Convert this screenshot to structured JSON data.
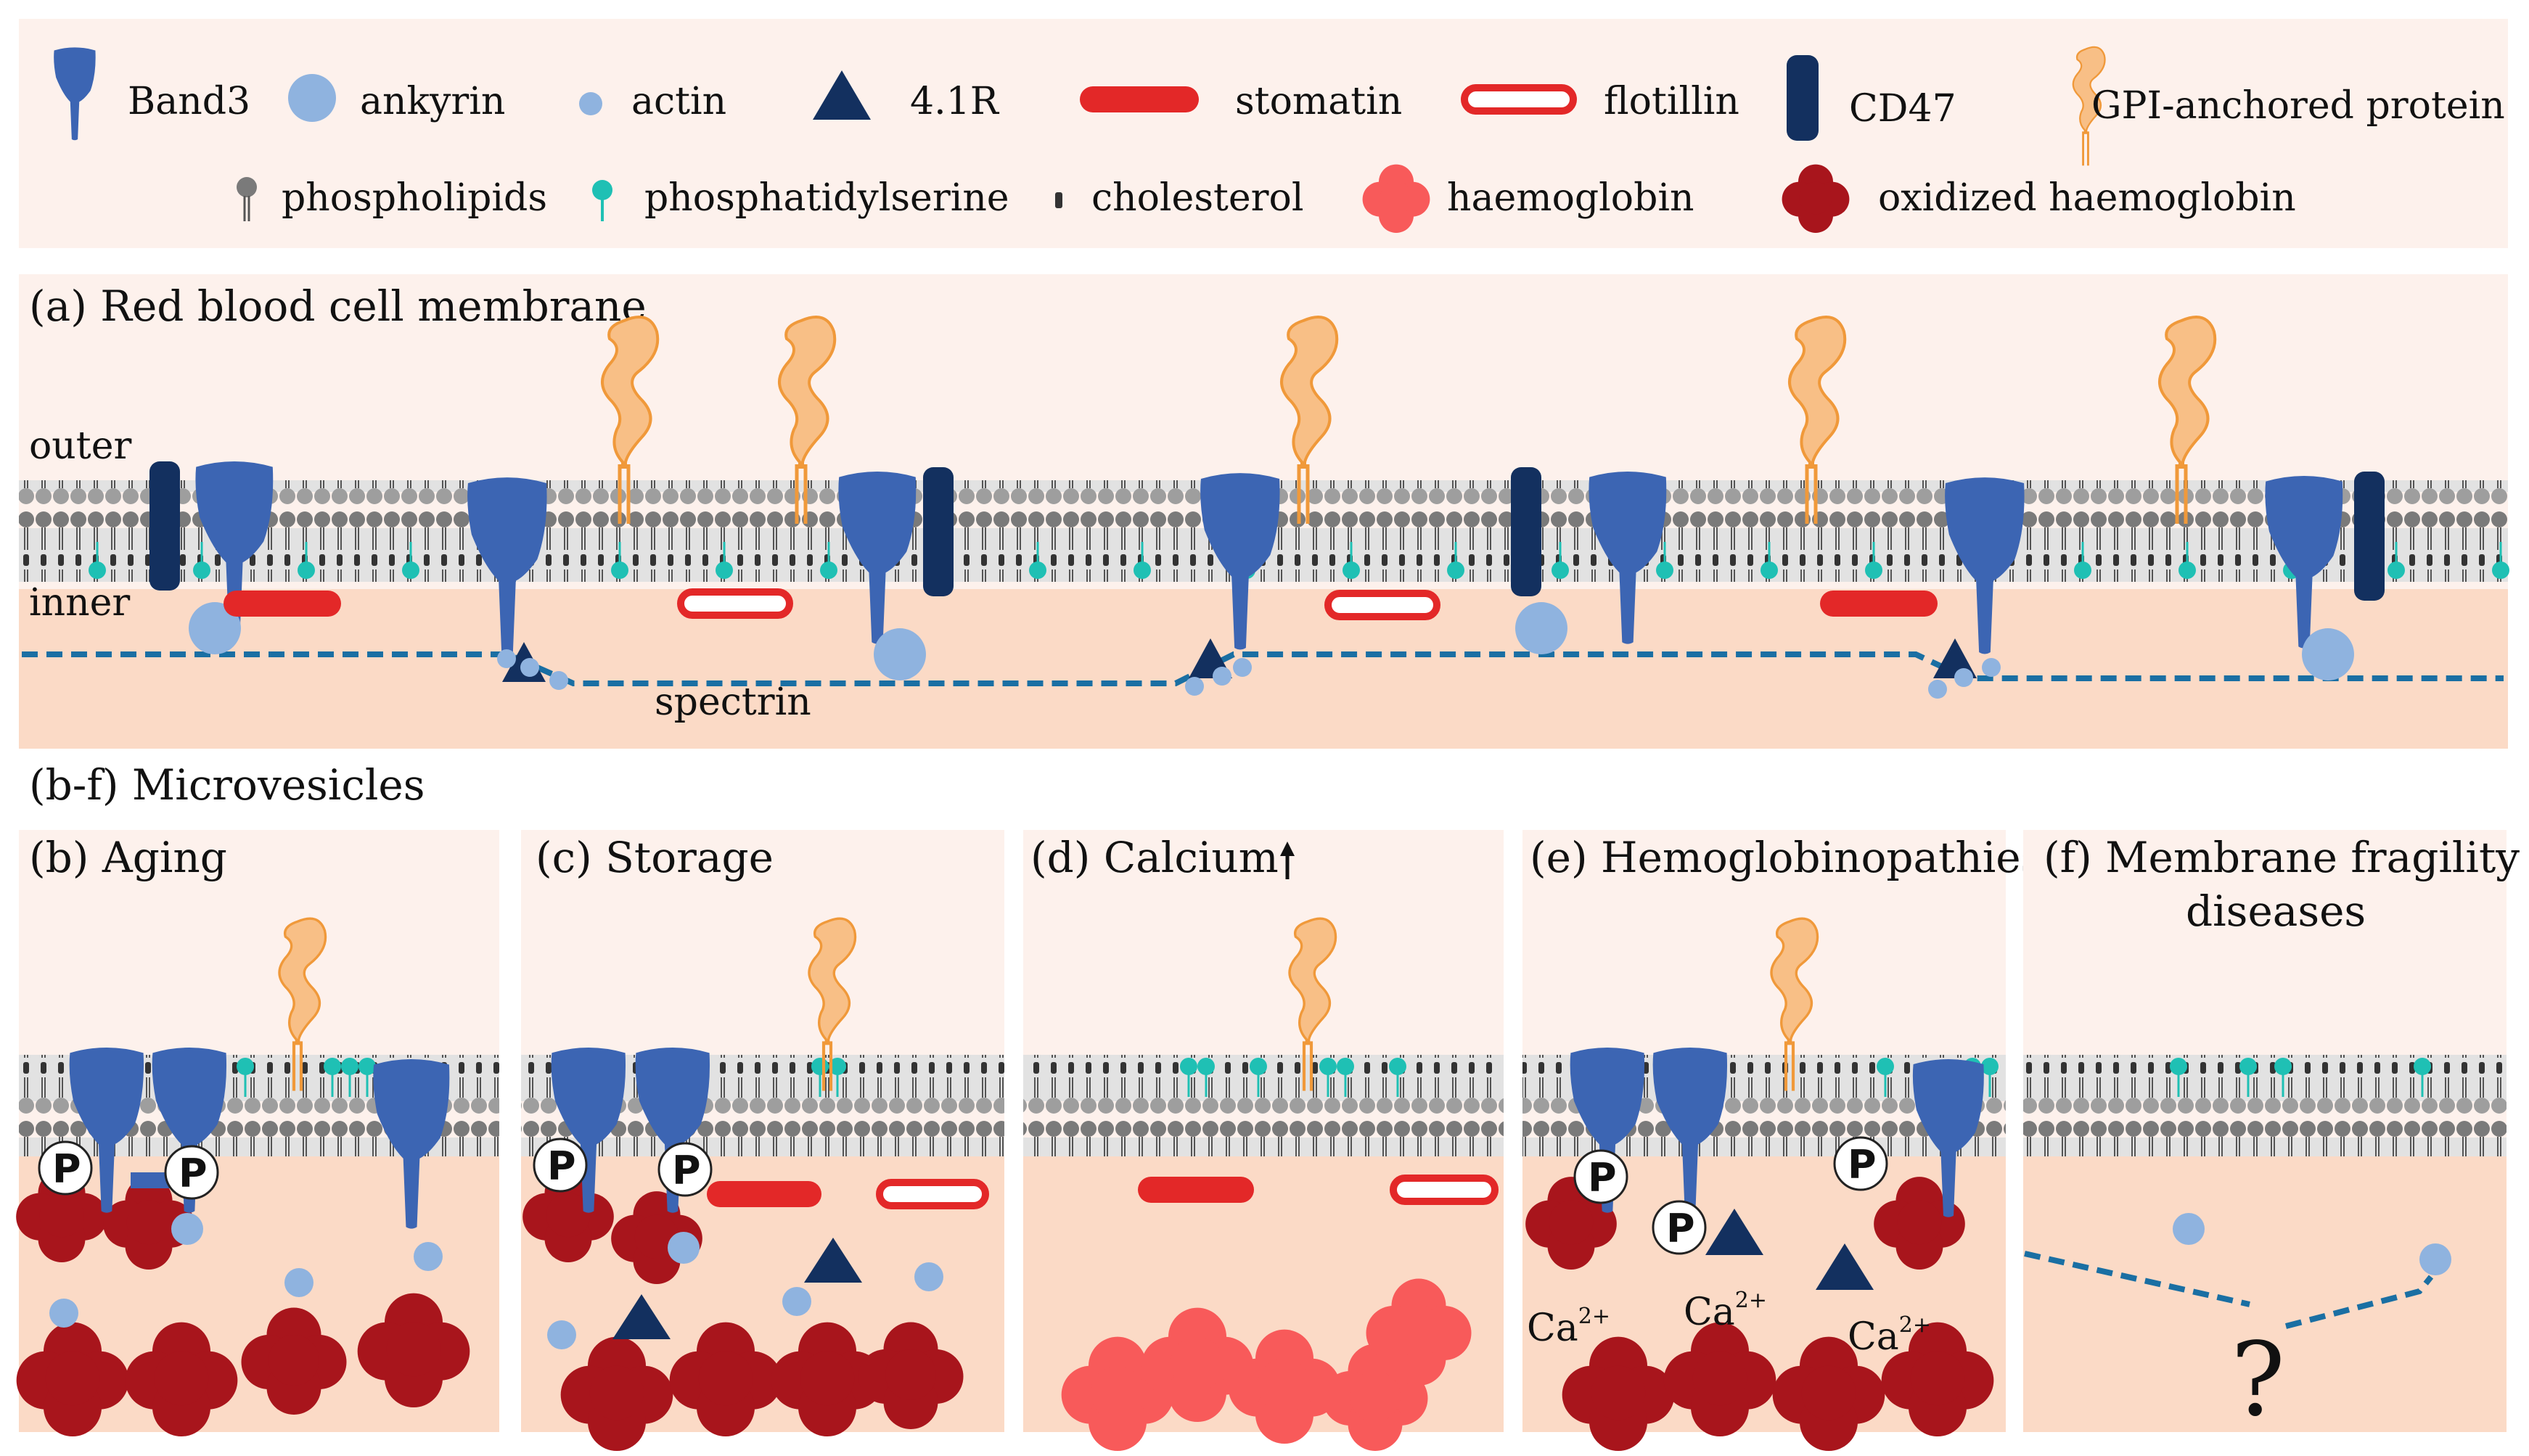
{
  "colors": {
    "band3": "#3c65b3",
    "ankyrin": "#8fb3df",
    "actin": "#8fb3df",
    "protein41R": "#13305f",
    "stomatin": "#e32828",
    "flotillin": "#e32828",
    "cd47": "#13305f",
    "gpi": "#f8bf86",
    "gpi_stroke": "#f0993a",
    "phospholipid": "#7a7a7a",
    "phosphatidylserine": "#1fc0b4",
    "cholesterol": "#333333",
    "haemoglobin": "#f85a5a",
    "oxidized_haemoglobin": "#a8151c",
    "spectrin": "#1a6fa3",
    "panel_bg": "#fbdac6",
    "legend_bg": "#fdf1ec"
  },
  "legend": {
    "band3": "Band3",
    "ankyrin": "ankyrin",
    "actin": "actin",
    "protein41R": "4.1R",
    "stomatin": "stomatin",
    "flotillin": "flotillin",
    "cd47": "CD47",
    "gpi": "GPI-anchored protein",
    "phospholipids": "phospholipids",
    "phosphatidylserine": "phosphatidylserine",
    "cholesterol": "cholesterol",
    "haemoglobin": "haemoglobin",
    "oxidized_haemoglobin": "oxidized haemoglobin"
  },
  "panel_a": {
    "title": "(a) Red blood cell membrane",
    "outer": "outer",
    "inner": "inner",
    "spectrin": "spectrin"
  },
  "microvesicles": {
    "title": "(b-f) Microvesicles",
    "panels": {
      "b": "(b) Aging",
      "c": "(c) Storage",
      "d": "(d) Calcium",
      "e": "(e) Hemoglobinopathies",
      "f_line1": "(f) Membrane fragility",
      "f_line2": "diseases"
    },
    "phospho": "P",
    "calcium": "Ca",
    "calcium_sup": "2+",
    "question": "?"
  }
}
